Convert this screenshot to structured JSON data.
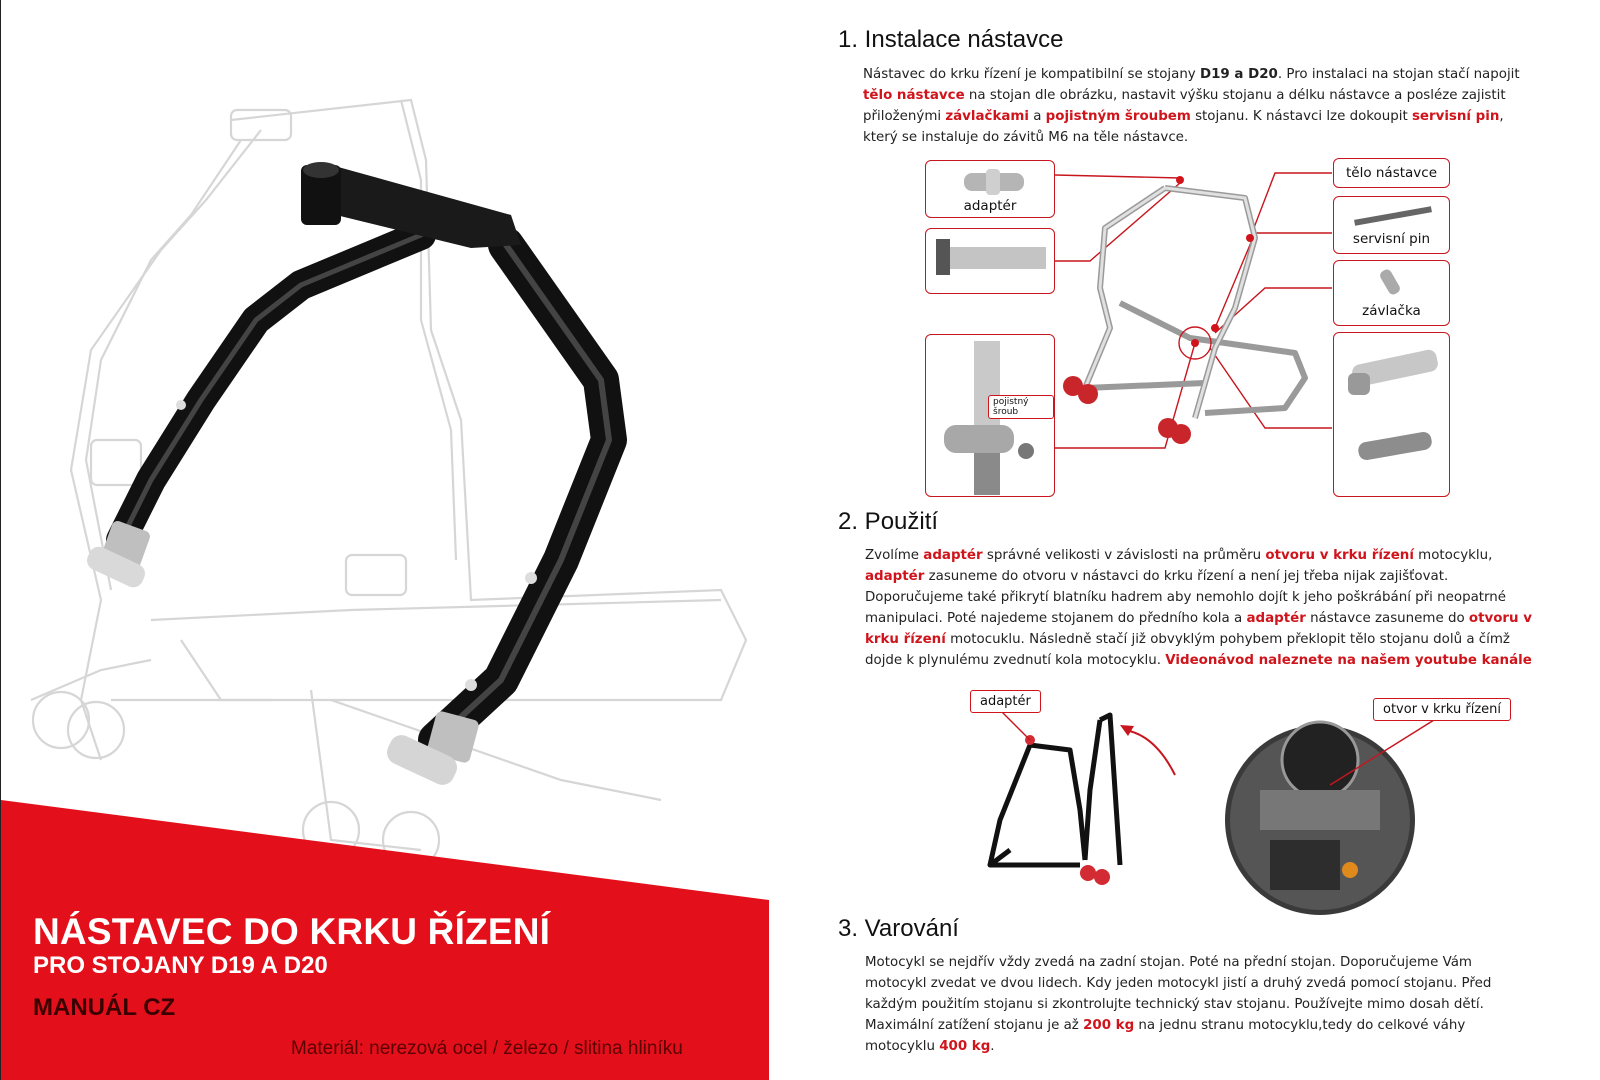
{
  "banner": {
    "title_line1": "NÁSTAVEC DO KRKU ŘÍZENÍ",
    "title_line2": "PRO STOJANY D19 A D20",
    "manual": "MANUÁL CZ",
    "material": "Materiál: nerezová ocel / železo / slitina hliníku"
  },
  "colors": {
    "accent": "#d0141b",
    "banner_red": "#e3101b",
    "text": "#222222"
  },
  "section1": {
    "heading": "1. Instalace nástavce",
    "body_parts": [
      {
        "t": "Nástavec do krku řízení je kompatibilní se stojany "
      },
      {
        "t": "D19 a D20",
        "s": "b"
      },
      {
        "t": ". Pro instalaci na stojan stačí napojit "
      },
      {
        "t": "tělo nástavce",
        "s": "r"
      },
      {
        "t": " na stojan dle obrázku, nastavit výšku stojanu a délku nástavce a posléze zajistit přiloženými "
      },
      {
        "t": "závlačkami",
        "s": "r"
      },
      {
        "t": " a "
      },
      {
        "t": "pojistným šroubem",
        "s": "r"
      },
      {
        "t": " stojanu. K nástavci lze dokoupit "
      },
      {
        "t": "servisní pin",
        "s": "r"
      },
      {
        "t": ", který se instaluje do závitů M6 na těle nástavce."
      }
    ],
    "labels": {
      "adapter": "adaptér",
      "telo": "tělo nástavce",
      "pin": "servisní pin",
      "zavlacka": "závlačka",
      "sroub": "pojistný šroub"
    }
  },
  "section2": {
    "heading": "2. Použití",
    "body_parts": [
      {
        "t": "Zvolíme "
      },
      {
        "t": "adaptér",
        "s": "r"
      },
      {
        "t": " správné velikosti v závislosti na průměru "
      },
      {
        "t": "otvoru v krku řízení",
        "s": "r"
      },
      {
        "t": " motocyklu, "
      },
      {
        "t": "adaptér",
        "s": "r"
      },
      {
        "t": " zasuneme do otvoru v nástavci do krku řízení a není jej třeba nijak zajišťovat. Doporučujeme také přikrytí blatníku hadrem aby nemohlo dojít k jeho poškrábání při neopatrné manipulaci. Poté najedeme stojanem do předního kola a "
      },
      {
        "t": "adaptér",
        "s": "r"
      },
      {
        "t": " nástavce zasuneme do "
      },
      {
        "t": "otvoru v krku řízení",
        "s": "r"
      },
      {
        "t": " motocuklu. Následně stačí již obvyklým pohybem překlopit tělo stojanu dolů a čímž dojde k plynulému zvednutí kola motocyklu. "
      },
      {
        "t": "Videonávod naleznete na našem youtube kanále",
        "s": "r"
      }
    ],
    "labels": {
      "adapter": "adaptér",
      "otvor": "otvor v krku řízení"
    }
  },
  "section3": {
    "heading": "3. Varování",
    "body_parts": [
      {
        "t": "Motocykl se nejdřív vždy zvedá na zadní stojan. Poté na přední stojan. Doporučujeme Vám motocykl zvedat ve dvou lidech. Kdy jeden motocykl jistí a druhý zvedá pomocí stojanu. Před každým použitím stojanu si zkontrolujte technický stav stojanu. Používejte mimo dosah dětí. Maximální zatížení stojanu je až "
      },
      {
        "t": "200 kg",
        "s": "r"
      },
      {
        "t": " na jednu stranu motocyklu,tedy do celkové váhy motocyklu "
      },
      {
        "t": "400 kg",
        "s": "r"
      },
      {
        "t": "."
      }
    ]
  }
}
